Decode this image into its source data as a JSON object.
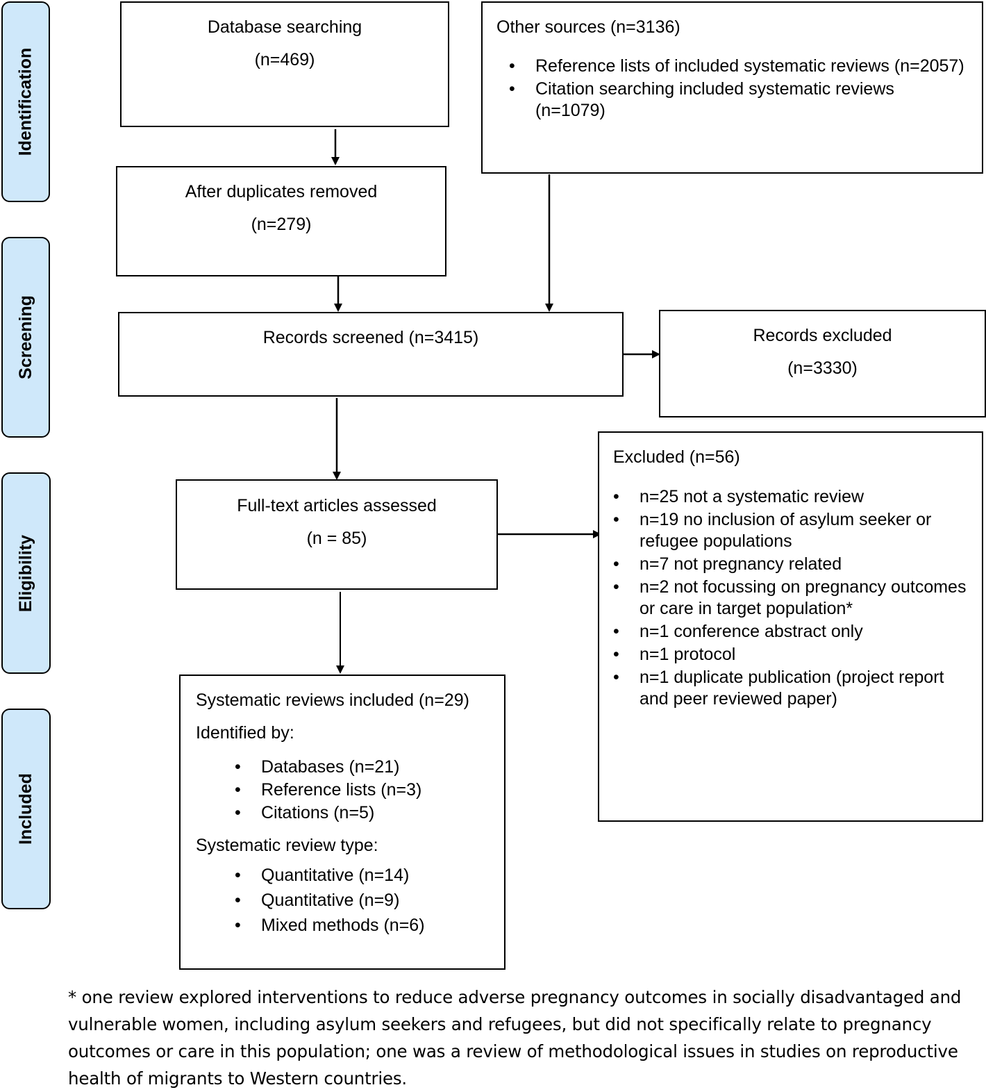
{
  "stages": {
    "identification": "Identification",
    "screening": "Screening",
    "eligibility": "Eligibility",
    "included": "Included"
  },
  "database_searching": {
    "title": "Database searching",
    "count": "(n=469)"
  },
  "other_sources": {
    "title": "Other sources (n=3136)",
    "items": [
      "Reference lists of included systematic reviews (n=2057)",
      "Citation searching included systematic reviews (n=1079)"
    ]
  },
  "after_duplicates": {
    "title": "After duplicates removed",
    "count": "(n=279)"
  },
  "records_screened": {
    "title": "Records screened (n=3415)"
  },
  "records_excluded": {
    "title": "Records excluded",
    "count": "(n=3330)"
  },
  "fulltext_assessed": {
    "title": "Full-text articles assessed",
    "count": "(n = 85)"
  },
  "excluded": {
    "title": "Excluded (n=56)",
    "items": [
      "n=25 not a systematic review",
      "n=19 no inclusion of asylum seeker or refugee populations",
      "n=7 not pregnancy related",
      "n=2 not focussing on pregnancy outcomes or care in target population*",
      "n=1 conference abstract only",
      "n=1 protocol",
      "n=1 duplicate publication (project report and peer reviewed paper)"
    ]
  },
  "included": {
    "title": "Systematic reviews included (n=29)",
    "identified_by_label": "Identified by:",
    "identified_by": [
      "Databases (n=21)",
      "Reference lists (n=3)",
      "Citations (n=5)"
    ],
    "type_label": "Systematic review type:",
    "types": [
      "Quantitative (n=14)",
      "Quantitative (n=9)",
      "Mixed methods (n=6)"
    ]
  },
  "footnote": "* one review explored interventions to reduce adverse pregnancy outcomes in socially disadvantaged and vulnerable women, including asylum seekers and refugees, but did not specifically relate to pregnancy outcomes or care in this population; one was a review of methodological issues in studies on reproductive health of migrants to Western countries.",
  "colors": {
    "stage_fill": "#cfe8fa",
    "border": "#000000"
  }
}
